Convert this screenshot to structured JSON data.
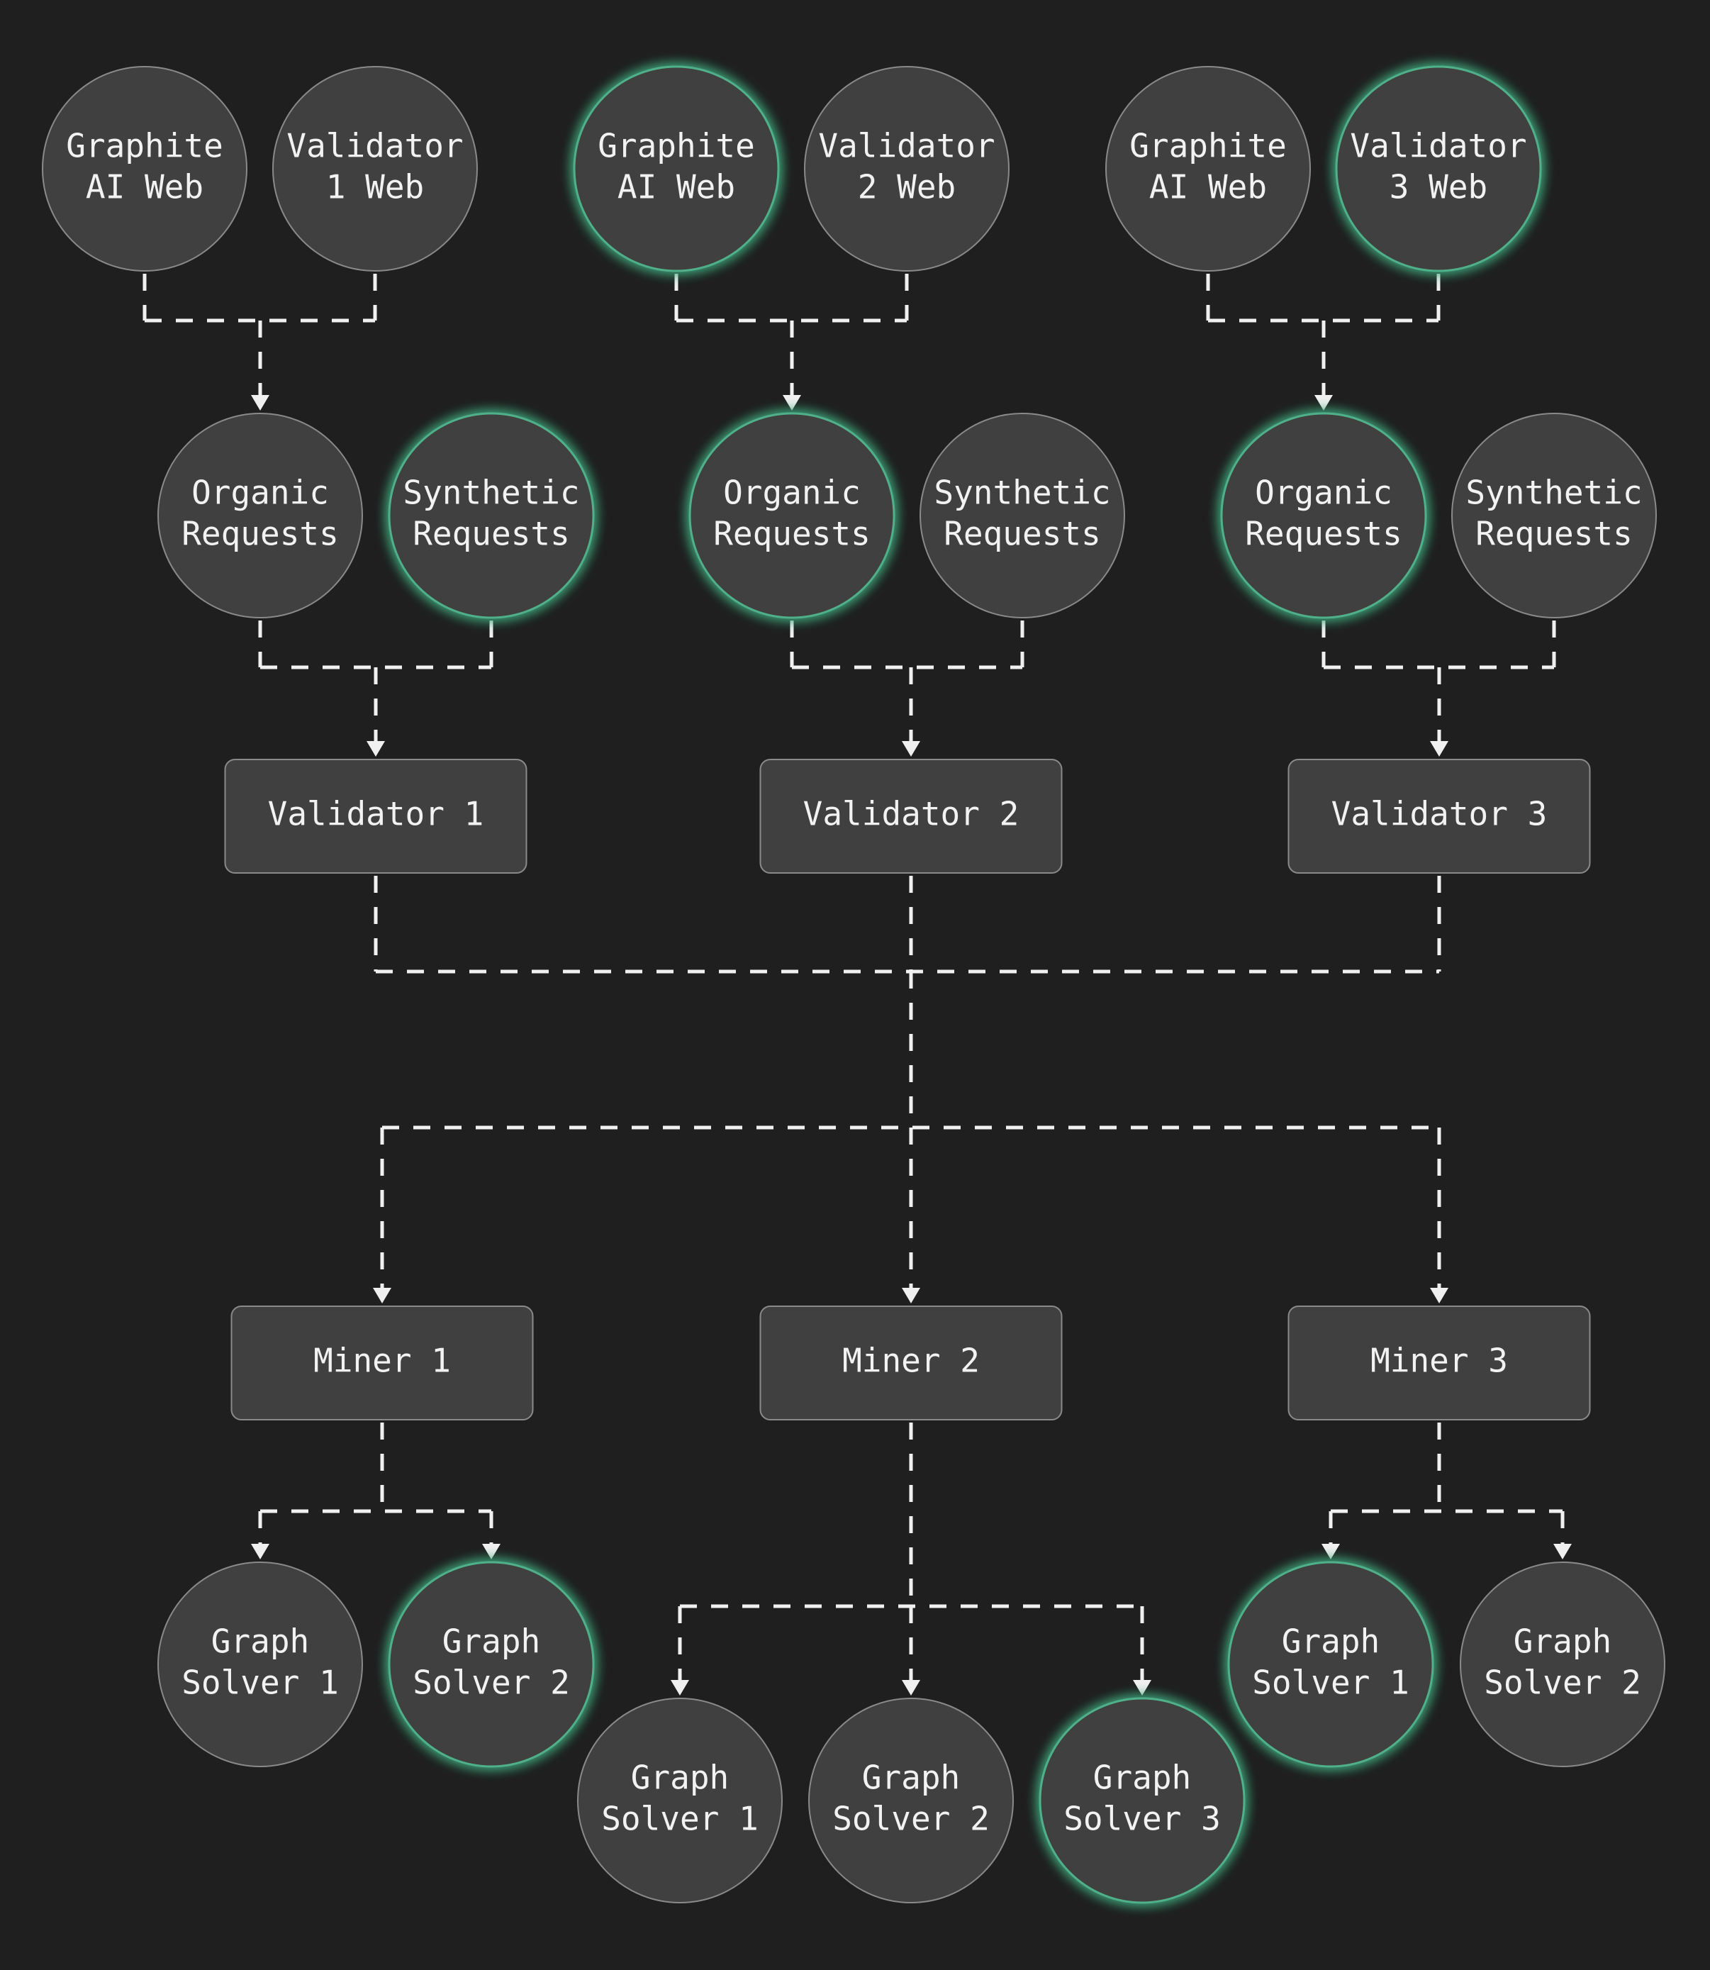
{
  "colors": {
    "background": "#1f1f1f",
    "node_fill": "#404040",
    "node_border": "#8a8a8a",
    "highlight_glow": "#3fa57c",
    "edge": "#f0f0f0",
    "text": "#f2f2f2"
  },
  "nodes": {
    "web_g1": {
      "lines": [
        "Graphite",
        "AI Web"
      ],
      "shape": "circle",
      "highlighted": false
    },
    "web_v1": {
      "lines": [
        "Validator",
        "1 Web"
      ],
      "shape": "circle",
      "highlighted": false
    },
    "web_g2": {
      "lines": [
        "Graphite",
        "AI Web"
      ],
      "shape": "circle",
      "highlighted": true
    },
    "web_v2": {
      "lines": [
        "Validator",
        "2 Web"
      ],
      "shape": "circle",
      "highlighted": false
    },
    "web_g3": {
      "lines": [
        "Graphite",
        "AI Web"
      ],
      "shape": "circle",
      "highlighted": false
    },
    "web_v3": {
      "lines": [
        "Validator",
        "3 Web"
      ],
      "shape": "circle",
      "highlighted": true
    },
    "org1": {
      "lines": [
        "Organic",
        "Requests"
      ],
      "shape": "circle",
      "highlighted": false
    },
    "syn1": {
      "lines": [
        "Synthetic",
        "Requests"
      ],
      "shape": "circle",
      "highlighted": true
    },
    "org2": {
      "lines": [
        "Organic",
        "Requests"
      ],
      "shape": "circle",
      "highlighted": true
    },
    "syn2": {
      "lines": [
        "Synthetic",
        "Requests"
      ],
      "shape": "circle",
      "highlighted": false
    },
    "org3": {
      "lines": [
        "Organic",
        "Requests"
      ],
      "shape": "circle",
      "highlighted": true
    },
    "syn3": {
      "lines": [
        "Synthetic",
        "Requests"
      ],
      "shape": "circle",
      "highlighted": false
    },
    "val1": {
      "lines": [
        "Validator 1"
      ],
      "shape": "box",
      "highlighted": false
    },
    "val2": {
      "lines": [
        "Validator 2"
      ],
      "shape": "box",
      "highlighted": false
    },
    "val3": {
      "lines": [
        "Validator 3"
      ],
      "shape": "box",
      "highlighted": false
    },
    "miner1": {
      "lines": [
        "Miner 1"
      ],
      "shape": "box",
      "highlighted": false
    },
    "miner2": {
      "lines": [
        "Miner 2"
      ],
      "shape": "box",
      "highlighted": false
    },
    "miner3": {
      "lines": [
        "Miner 3"
      ],
      "shape": "box",
      "highlighted": false
    },
    "gs_m1_1": {
      "lines": [
        "Graph",
        "Solver 1"
      ],
      "shape": "circle",
      "highlighted": false
    },
    "gs_m1_2": {
      "lines": [
        "Graph",
        "Solver 2"
      ],
      "shape": "circle",
      "highlighted": true
    },
    "gs_m2_1": {
      "lines": [
        "Graph",
        "Solver 1"
      ],
      "shape": "circle",
      "highlighted": false
    },
    "gs_m2_2": {
      "lines": [
        "Graph",
        "Solver 2"
      ],
      "shape": "circle",
      "highlighted": false
    },
    "gs_m2_3": {
      "lines": [
        "Graph",
        "Solver 3"
      ],
      "shape": "circle",
      "highlighted": true
    },
    "gs_m3_1": {
      "lines": [
        "Graph",
        "Solver 1"
      ],
      "shape": "circle",
      "highlighted": true
    },
    "gs_m3_2": {
      "lines": [
        "Graph",
        "Solver 2"
      ],
      "shape": "circle",
      "highlighted": false
    }
  },
  "edges": [
    {
      "from": [
        "web_g1",
        "web_v1"
      ],
      "to": [
        "org1"
      ]
    },
    {
      "from": [
        "web_g2",
        "web_v2"
      ],
      "to": [
        "org2"
      ]
    },
    {
      "from": [
        "web_g3",
        "web_v3"
      ],
      "to": [
        "org3"
      ]
    },
    {
      "from": [
        "org1",
        "syn1"
      ],
      "to": [
        "val1"
      ]
    },
    {
      "from": [
        "org2",
        "syn2"
      ],
      "to": [
        "val2"
      ]
    },
    {
      "from": [
        "org3",
        "syn3"
      ],
      "to": [
        "val3"
      ]
    },
    {
      "from": [
        "val1",
        "val2",
        "val3"
      ],
      "to": [
        "miner1",
        "miner2",
        "miner3"
      ]
    },
    {
      "from": [
        "miner1"
      ],
      "to": [
        "gs_m1_1",
        "gs_m1_2"
      ]
    },
    {
      "from": [
        "miner2"
      ],
      "to": [
        "gs_m2_1",
        "gs_m2_2",
        "gs_m2_3"
      ]
    },
    {
      "from": [
        "miner3"
      ],
      "to": [
        "gs_m3_1",
        "gs_m3_2"
      ]
    }
  ]
}
